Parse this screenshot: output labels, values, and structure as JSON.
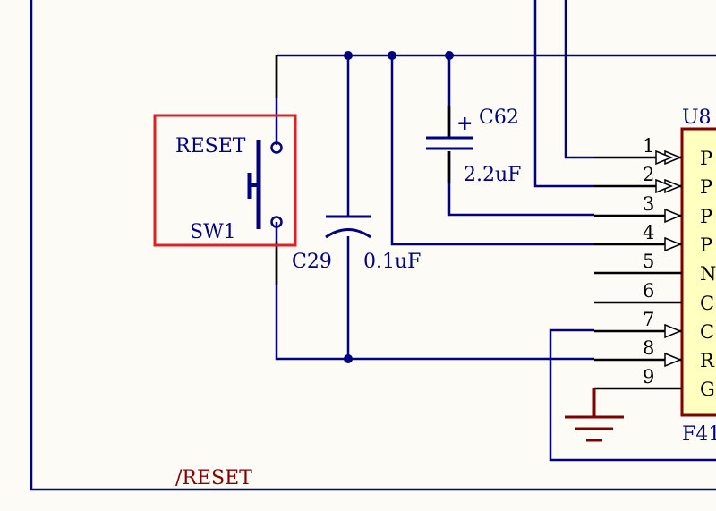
{
  "schematic": {
    "colors": {
      "wire": "#000080",
      "label": "#000080",
      "net_label": "#800000",
      "highlight": "#e02020",
      "chip_fill": "#ffffc0",
      "chip_border": "#800000",
      "pin_line": "#000000",
      "background": "#fdfbf6"
    },
    "switch": {
      "name": "RESET",
      "designator": "SW1"
    },
    "c29": {
      "designator": "C29",
      "value": "0.1uF"
    },
    "c62": {
      "designator": "C62",
      "value": "2.2uF",
      "polarity": "+"
    },
    "u8": {
      "designator": "U8",
      "part": "F41",
      "pins": [
        {
          "number": "1",
          "name": "P"
        },
        {
          "number": "2",
          "name": "P"
        },
        {
          "number": "3",
          "name": "P"
        },
        {
          "number": "4",
          "name": "P"
        },
        {
          "number": "5",
          "name": "N"
        },
        {
          "number": "6",
          "name": "C"
        },
        {
          "number": "7",
          "name": "C"
        },
        {
          "number": "8",
          "name": "R"
        },
        {
          "number": "9",
          "name": "G"
        }
      ]
    },
    "net_label": "/RESET"
  }
}
